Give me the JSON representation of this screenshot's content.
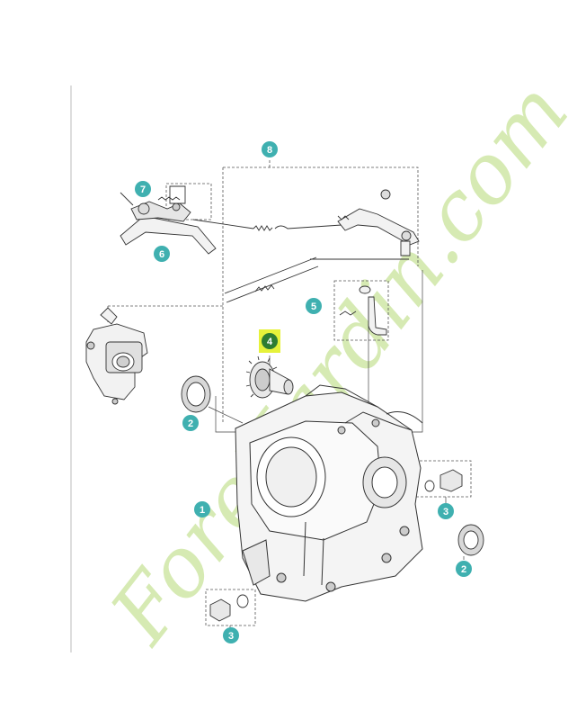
{
  "diagram": {
    "callouts": [
      {
        "id": "c1",
        "label": "1",
        "color": "#3fb0b0"
      },
      {
        "id": "c2a",
        "label": "2",
        "color": "#3fb0b0"
      },
      {
        "id": "c2b",
        "label": "2",
        "color": "#3fb0b0"
      },
      {
        "id": "c3a",
        "label": "3",
        "color": "#3fb0b0"
      },
      {
        "id": "c3b",
        "label": "3",
        "color": "#3fb0b0"
      },
      {
        "id": "c4",
        "label": "4",
        "color": "#2e7d32",
        "highlight": "#e6f23a"
      },
      {
        "id": "c5",
        "label": "5",
        "color": "#3fb0b0"
      },
      {
        "id": "c6",
        "label": "6",
        "color": "#3fb0b0"
      },
      {
        "id": "c7",
        "label": "7",
        "color": "#3fb0b0"
      },
      {
        "id": "c8",
        "label": "8",
        "color": "#3fb0b0"
      }
    ]
  },
  "watermark": {
    "text": "ForetJardin.com",
    "color": "#c9e39a"
  },
  "colors": {
    "line": "#333333",
    "part_fill": "#f2f2f2",
    "part_shade": "#bdbdbd"
  }
}
